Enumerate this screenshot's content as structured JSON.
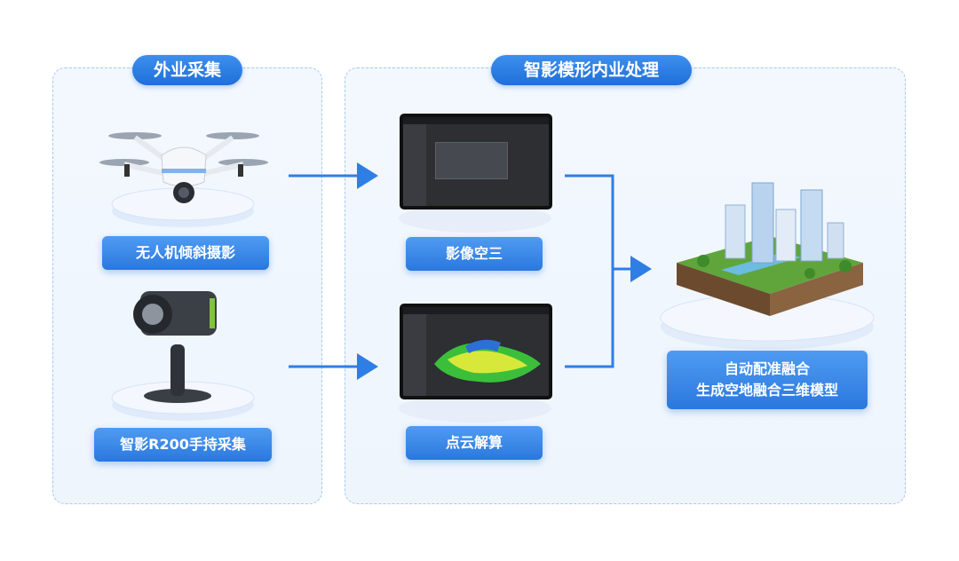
{
  "left_panel": {
    "title": "外业采集"
  },
  "right_panel": {
    "title": "智影模形内业处理"
  },
  "nodes": {
    "drone": {
      "label": "无人机倾斜摄影"
    },
    "scanner": {
      "label": "智影R200手持采集"
    },
    "aerial_triangulation": {
      "label": "影像空三"
    },
    "point_cloud": {
      "label": "点云解算"
    },
    "output": {
      "line1": "自动配准融合",
      "line2": "生成空地融合三维模型"
    }
  },
  "colors": {
    "accent": "#2a78de",
    "panel_border": "#a9c8ee",
    "arrow": "#2f7ee6"
  }
}
